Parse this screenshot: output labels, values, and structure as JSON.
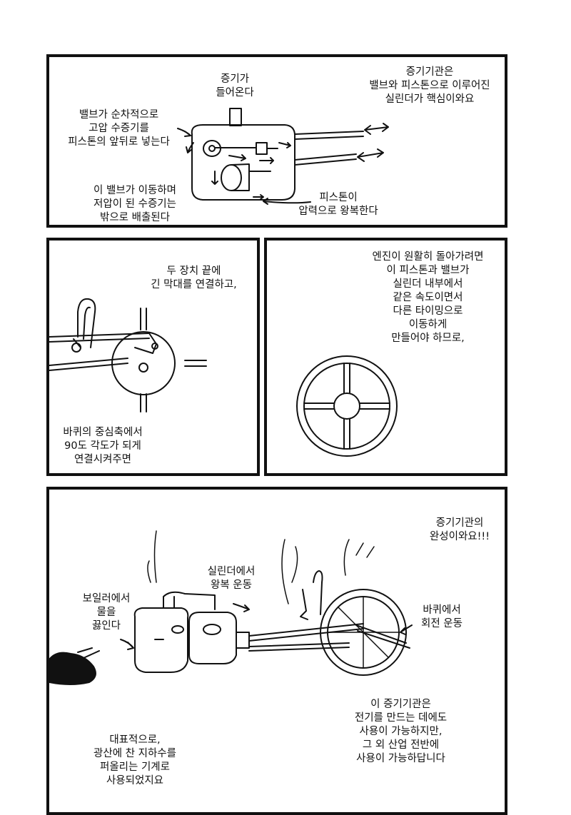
{
  "panel1": {
    "steam_in": "증기가\n들어온다",
    "cylinder_core": "증기기관은\n밸브와 피스톤으로 이루어진\n실린더가 핵심이와요",
    "valve_order": "밸브가 순차적으로\n고압 수증기를\n피스톤의 앞뒤로 넣는다",
    "exhaust": "이 밸브가 이동하며\n저압이 된 수증기는\n밖으로 배출된다",
    "piston": "피스톤이\n압력으로 왕복한다"
  },
  "panel2": {
    "connect_rods": "두 장치 끝에\n긴 막대를 연결하고,",
    "axle_90": "바퀴의 중심축에서\n90도 각도가 되게\n연결시켜주면"
  },
  "panel3": {
    "timing": "엔진이 원활히 돌아가려면\n이 피스톤과 밸브가\n실린더 내부에서\n같은 속도이면서\n다른 타이밍으로\n이동하게\n만들어야 하므로,"
  },
  "panel4": {
    "complete": "증기기관의\n완성이와요!!!",
    "cylinder_motion": "실린더에서\n왕복 운동",
    "boiler": "보일러에서\n물을\n끓인다",
    "wheel_motion": "바퀴에서\n회전 운동",
    "electricity": "이 증기기관은\n전기를 만드는 데에도\n사용이 가능하지만,\n그 외 산업 전반에\n사용이 가능하답니다",
    "mine_pump": "대표적으로,\n광산에 찬 지하수를\n퍼올리는 기계로\n사용되었지요"
  }
}
